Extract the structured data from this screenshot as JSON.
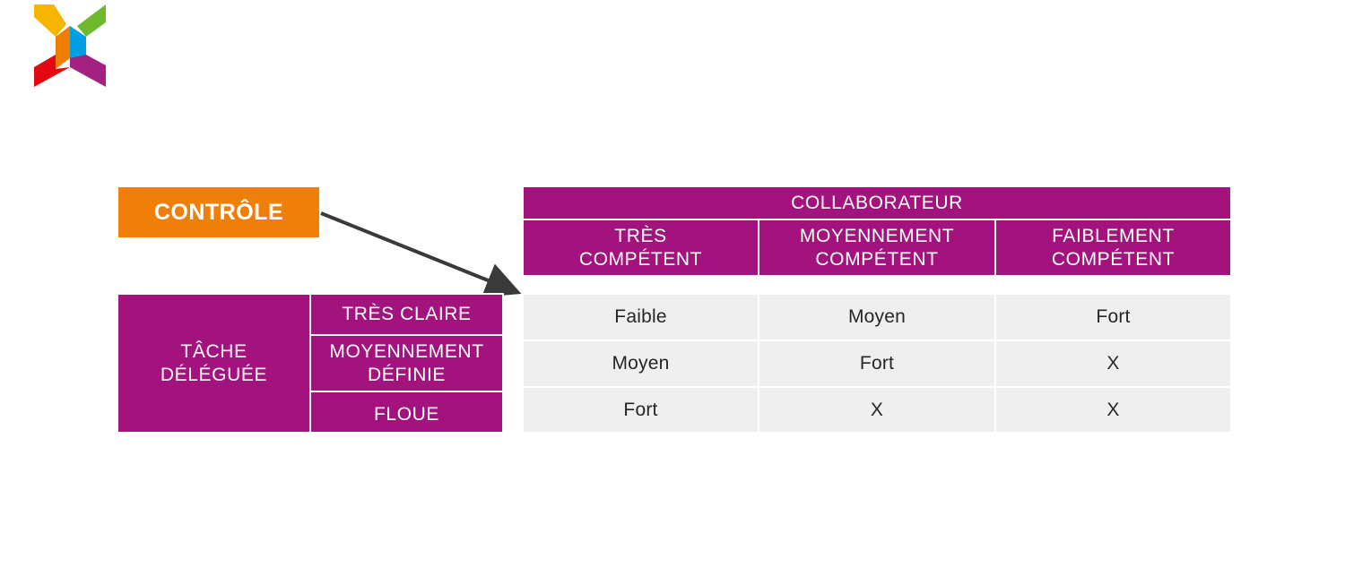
{
  "logo": {
    "name": "brand-logo",
    "colors": [
      "#f7b500",
      "#6fba2c",
      "#ef7d00",
      "#009fe3",
      "#e30613",
      "#a3217f"
    ]
  },
  "control_label": "CONTRÔLE",
  "colors": {
    "purple": "#a2137e",
    "orange": "#f07f09",
    "grey": "#efefef",
    "arrow": "#3a3a3a"
  },
  "table": {
    "header_title": "COLLABORATEUR",
    "columns": [
      {
        "line1": "TRÈS",
        "line2": "COMPÉTENT"
      },
      {
        "line1": "MOYENNEMENT",
        "line2": "COMPÉTENT"
      },
      {
        "line1": "FAIBLEMENT",
        "line2": "COMPÉTENT"
      }
    ],
    "row_group": {
      "line1": "TÂCHE",
      "line2": "DÉLÉGUÉE"
    },
    "rows": [
      {
        "label_line1": "TRÈS CLAIRE",
        "label_line2": "",
        "values": [
          "Faible",
          "Moyen",
          "Fort"
        ]
      },
      {
        "label_line1": "MOYENNEMENT",
        "label_line2": "DÉFINIE",
        "values": [
          "Moyen",
          "Fort",
          "X"
        ]
      },
      {
        "label_line1": "FLOUE",
        "label_line2": "",
        "values": [
          "Fort",
          "X",
          "X"
        ]
      }
    ]
  }
}
